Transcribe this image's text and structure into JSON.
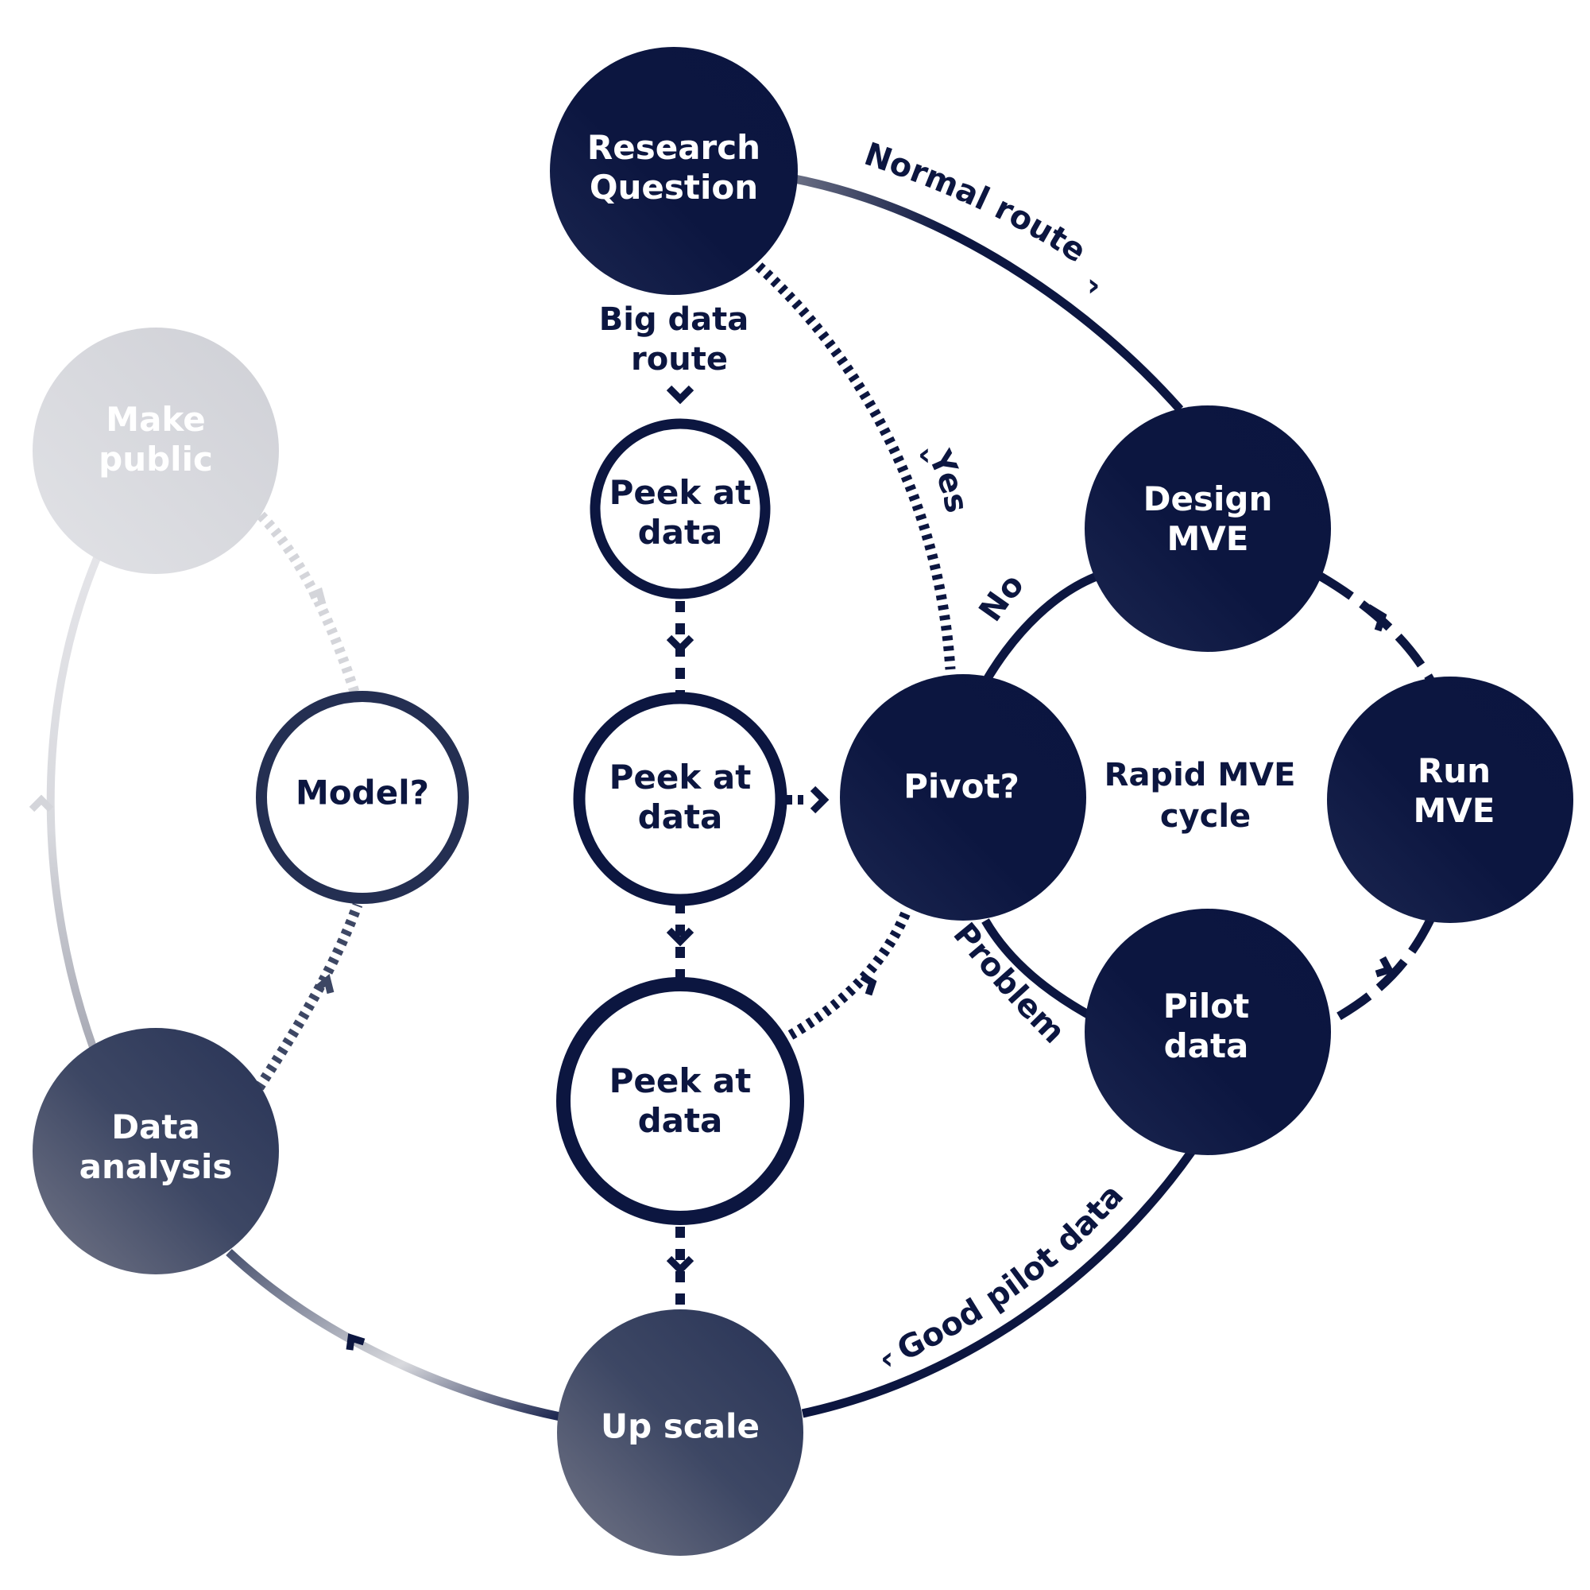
{
  "colors": {
    "navy": "#0c1640",
    "slate": "#3a4562",
    "faint": "#d4d5da"
  },
  "nodes": {
    "research_question": [
      "Research",
      "Question"
    ],
    "peek_1": [
      "Peek at",
      "data"
    ],
    "peek_2": [
      "Peek at",
      "data"
    ],
    "peek_3": [
      "Peek at",
      "data"
    ],
    "design_mve": [
      "Design",
      "MVE"
    ],
    "pivot": [
      "Pivot?"
    ],
    "run_mve": [
      "Run",
      "MVE"
    ],
    "pilot_data": [
      "Pilot",
      "data"
    ],
    "up_scale": [
      "Up scale"
    ],
    "data_analysis": [
      "Data",
      "analysis"
    ],
    "model": [
      "Model?"
    ],
    "make_public": [
      "Make",
      "public"
    ]
  },
  "labels": {
    "big_data_route": [
      "Big data",
      "route"
    ],
    "normal_route": "Normal route",
    "yes": "Yes",
    "no": "No",
    "problem": "Problem",
    "good_pilot_data": "Good pilot data",
    "rapid_mve_cycle": [
      "Rapid MVE",
      "cycle"
    ]
  }
}
